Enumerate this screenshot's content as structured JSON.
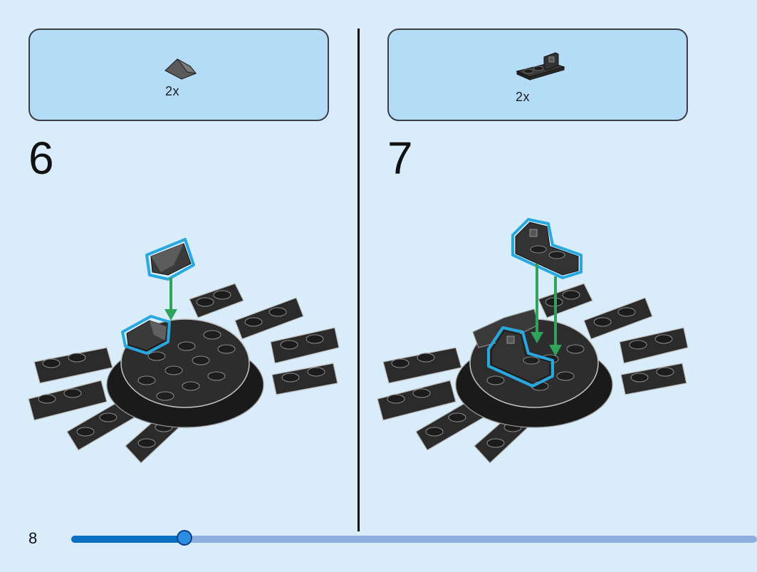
{
  "page_number": "8",
  "steps": [
    {
      "number": "6",
      "parts_quantity": "2x"
    },
    {
      "number": "7",
      "parts_quantity": "2x"
    }
  ],
  "progress": {
    "fraction": 0.165
  },
  "colors": {
    "background": "#d8ecfa",
    "parts_box": "#b5dcf7",
    "highlight": "#29a8e0",
    "arrow": "#2fa35a",
    "brick": "#2b2b2b",
    "progress_fill": "#0a6fc0",
    "progress_track": "#8fb0df"
  }
}
